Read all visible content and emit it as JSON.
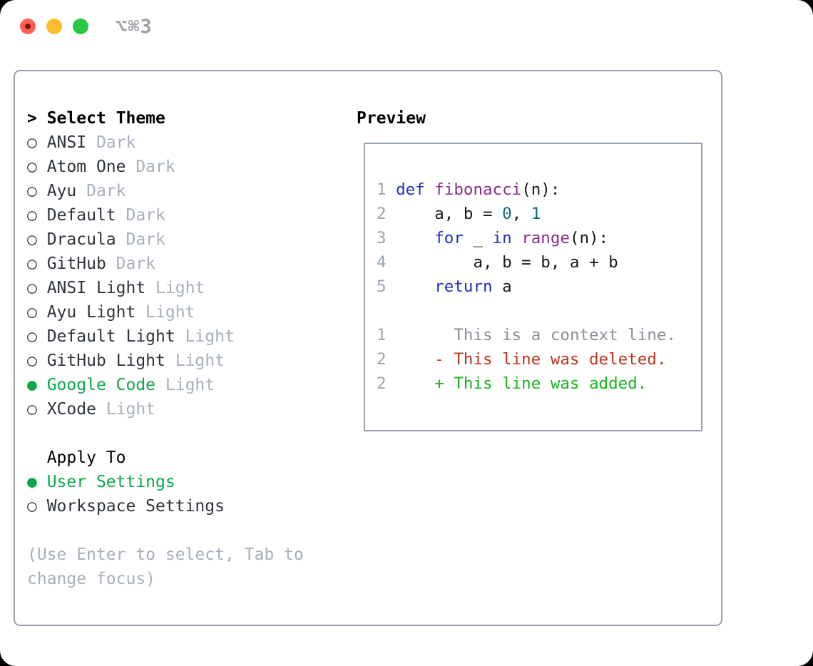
{
  "window": {
    "title": "⌥⌘3",
    "traffic_lights": [
      "close",
      "minimize",
      "zoom"
    ]
  },
  "theme_selector": {
    "header": {
      "prompt": ">",
      "label": "Select Theme"
    },
    "items": [
      {
        "name": "ANSI",
        "variant": "Dark",
        "selected": false
      },
      {
        "name": "Atom One",
        "variant": "Dark",
        "selected": false
      },
      {
        "name": "Ayu",
        "variant": "Dark",
        "selected": false
      },
      {
        "name": "Default",
        "variant": "Dark",
        "selected": false
      },
      {
        "name": "Dracula",
        "variant": "Dark",
        "selected": false
      },
      {
        "name": "GitHub",
        "variant": "Dark",
        "selected": false
      },
      {
        "name": "ANSI Light",
        "variant": "Light",
        "selected": false
      },
      {
        "name": "Ayu Light",
        "variant": "Light",
        "selected": false
      },
      {
        "name": "Default Light",
        "variant": "Light",
        "selected": false
      },
      {
        "name": "GitHub Light",
        "variant": "Light",
        "selected": false
      },
      {
        "name": "Google Code",
        "variant": "Light",
        "selected": true
      },
      {
        "name": "XCode",
        "variant": "Light",
        "selected": false
      }
    ],
    "apply_to": {
      "label": "Apply To",
      "options": [
        {
          "name": "User Settings",
          "selected": true
        },
        {
          "name": "Workspace Settings",
          "selected": false
        }
      ]
    },
    "hint_lines": [
      "(Use Enter to select, Tab to",
      "change focus)"
    ]
  },
  "preview": {
    "label": "Preview",
    "lines": [
      {
        "num": "1",
        "tokens": [
          [
            "def",
            "kwd"
          ],
          [
            " ",
            "pln"
          ],
          [
            "fibonacci",
            "typ"
          ],
          [
            "(n):",
            "pln"
          ]
        ]
      },
      {
        "num": "2",
        "tokens": [
          [
            "    a, b = ",
            "pln"
          ],
          [
            "0",
            "lit"
          ],
          [
            ", ",
            "pln"
          ],
          [
            "1",
            "lit"
          ]
        ]
      },
      {
        "num": "3",
        "tokens": [
          [
            "    ",
            "pln"
          ],
          [
            "for",
            "kwd"
          ],
          [
            " _ ",
            "pln"
          ],
          [
            "in",
            "kwd"
          ],
          [
            " ",
            "pln"
          ],
          [
            "range",
            "typ"
          ],
          [
            "(n):",
            "pln"
          ]
        ]
      },
      {
        "num": "4",
        "tokens": [
          [
            "        a, b = b, a + b",
            "pln"
          ]
        ]
      },
      {
        "num": "5",
        "tokens": [
          [
            "    ",
            "pln"
          ],
          [
            "return",
            "kwd"
          ],
          [
            " a",
            "pln"
          ]
        ]
      },
      {
        "num": "",
        "tokens": []
      },
      {
        "num": "1",
        "tokens": [
          [
            "      This is a context line.",
            "ctx"
          ]
        ]
      },
      {
        "num": "2",
        "tokens": [
          [
            "    - This line was deleted.",
            "del"
          ]
        ]
      },
      {
        "num": "2",
        "tokens": [
          [
            "    + This line was added.",
            "add"
          ]
        ]
      }
    ]
  },
  "colors": {
    "green": "#0aa748",
    "add": "#17b41e",
    "del": "#c2331b",
    "kwd": "#2030bf",
    "typ": "#8c2d8c",
    "lit": "#0e6e6e",
    "pln": "#15181c",
    "num": "#9aa5b2",
    "ctx": "#878f98",
    "name": "#2e343c",
    "muted": "#a6afba",
    "border": "#98a2ac",
    "title": "#9aa0a6",
    "tl_red": "#ff5f57",
    "tl_yellow": "#febc2e",
    "tl_green": "#28c840"
  }
}
